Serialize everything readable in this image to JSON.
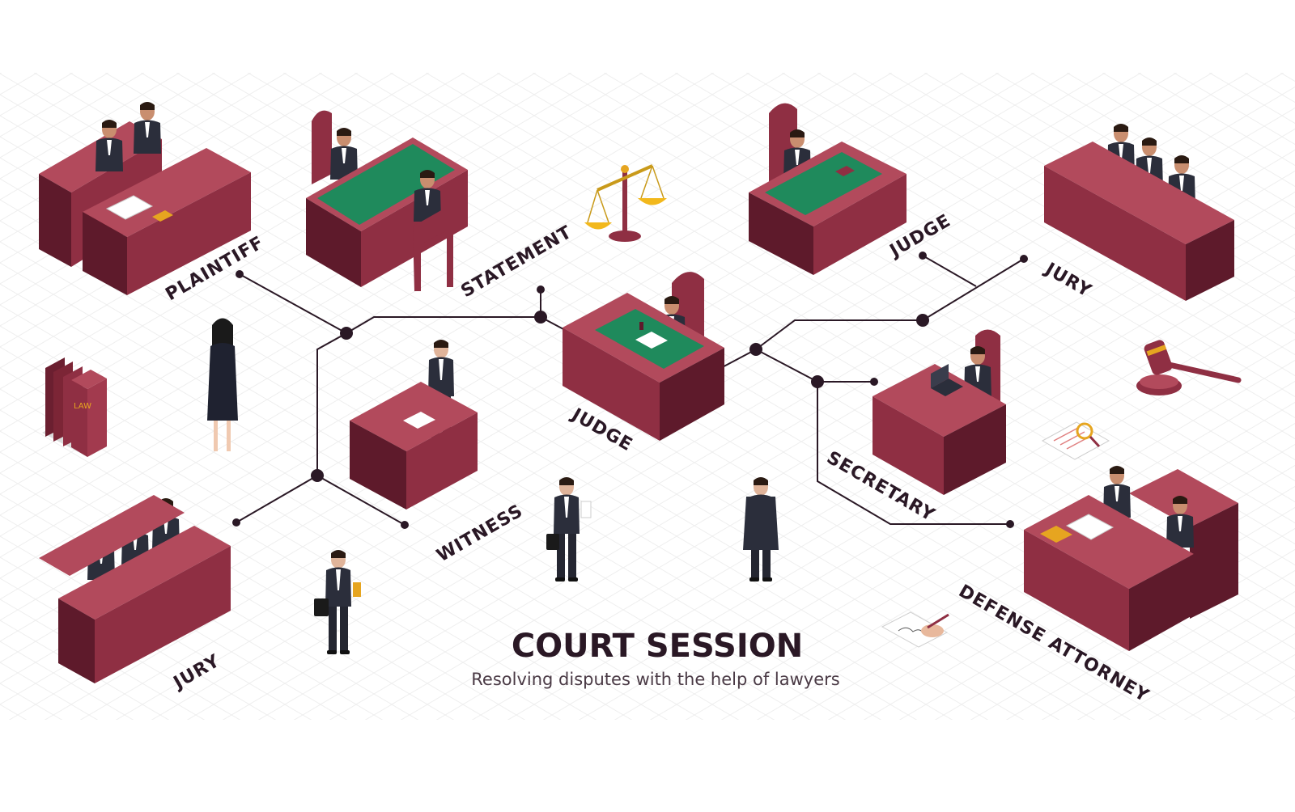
{
  "title": "COURT SESSION",
  "subtitle": "Resolving disputes with the help of lawyers",
  "labels": {
    "plaintiff": "PLAINTIFF",
    "statement": "STATEMENT",
    "judge_top": "JUDGE",
    "jury_top": "JURY",
    "judge_center": "JUDGE",
    "secretary": "SECRETARY",
    "witness": "WITNESS",
    "jury_bottom": "JURY",
    "defense_attorney": "DEFENSE ATTORNEY",
    "law_book": "LAW"
  },
  "colors": {
    "furniture": "#8f2f43",
    "furniture_dark": "#5e1a2b",
    "furniture_light": "#b24a5c",
    "felt": "#1f8a5c",
    "connector": "#2a1825",
    "text": "#2a1825",
    "subtitle": "#4a3a45",
    "suit": "#2b2e3b"
  },
  "icons": [
    "scales-icon",
    "gavel-icon",
    "law-books-icon",
    "document-magnifier-icon",
    "signing-hand-icon"
  ]
}
